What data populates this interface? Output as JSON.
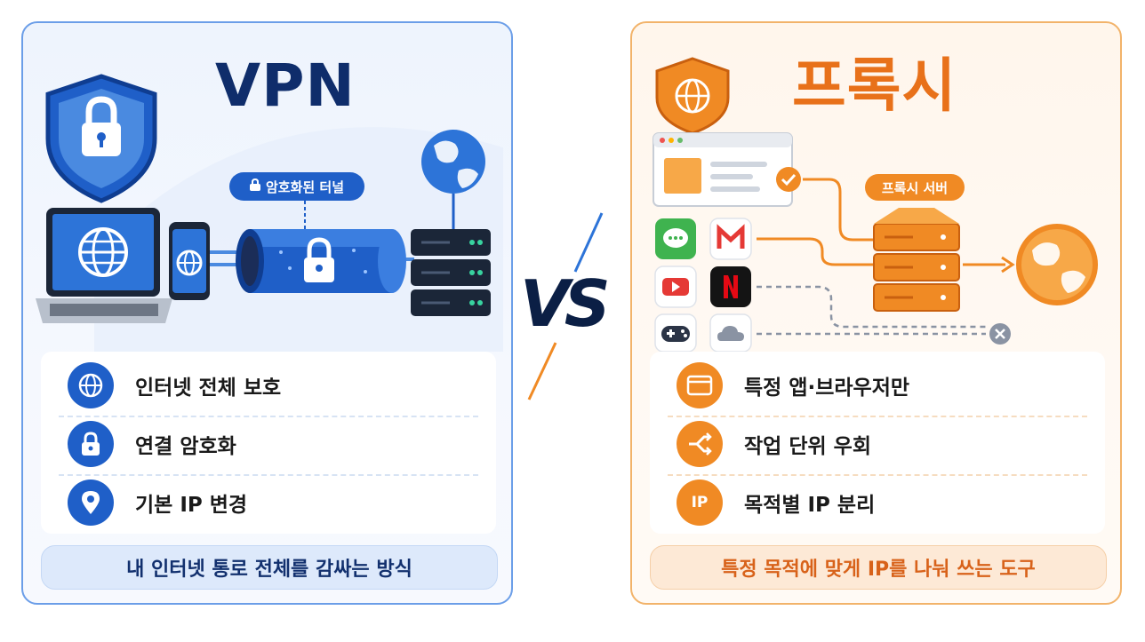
{
  "vpn": {
    "title": "VPN",
    "tunnel_label": "암호화된 터널",
    "features": [
      {
        "label": "인터넷 전체 보호",
        "icon": "globe-icon"
      },
      {
        "label": "연결 암호화",
        "icon": "lock-icon"
      },
      {
        "label": "기본 IP 변경",
        "icon": "location-pin-icon"
      }
    ],
    "summary": "내 인터넷 통로 전체를 감싸는 방식",
    "accent": "#1f5fc8"
  },
  "vs": "VS",
  "proxy": {
    "title": "프록시",
    "server_label": "프록시 서버",
    "features": [
      {
        "label": "특정 앱·브라우저만",
        "icon": "browser-window-icon"
      },
      {
        "label": "작업 단위 우회",
        "icon": "branch-arrow-icon"
      },
      {
        "label": "목적별 IP 분리",
        "icon": "ip-pin-icon"
      }
    ],
    "ip_badge": "IP",
    "summary": "특정 목적에 맞게 IP를 나눠 쓰는 도구",
    "accent": "#f08a24"
  }
}
